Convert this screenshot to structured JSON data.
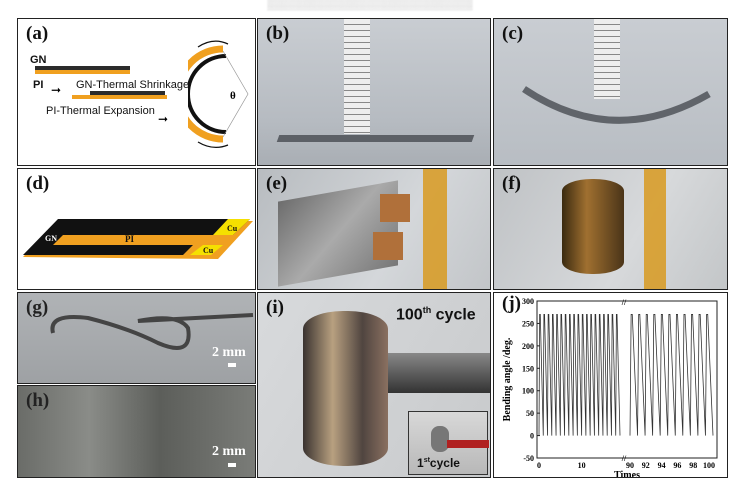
{
  "panels": {
    "a": {
      "label": "(a)",
      "gn": "GN",
      "pi": "PI",
      "shrink": "GN-Thermal Shrinkage",
      "expand": "PI-Thermal Expansion",
      "theta": "θ"
    },
    "b": {
      "label": "(b)"
    },
    "c": {
      "label": "(c)"
    },
    "d": {
      "label": "(d)",
      "gn": "GN",
      "pi": "PI",
      "cu1": "Cu",
      "cu2": "Cu"
    },
    "e": {
      "label": "(e)"
    },
    "f": {
      "label": "(f)"
    },
    "g": {
      "label": "(g)",
      "scale": "2 mm"
    },
    "h": {
      "label": "(h)",
      "scale": "2 mm"
    },
    "i": {
      "label": "(i)",
      "cycle_main": "100",
      "cycle_main_sup": "th",
      "cycle_main_suffix": " cycle",
      "cycle_inset": "1",
      "cycle_inset_sup": "st",
      "cycle_inset_suffix": "cycle"
    },
    "j": {
      "label": "(j)"
    }
  },
  "colors": {
    "gn": "#2b2b2b",
    "pi": "#f0a020",
    "cu": "#f5e000"
  },
  "chart_data": {
    "type": "line",
    "xlabel": "Times",
    "ylabel": "Bending angle /deg.",
    "ylim": [
      -50,
      300
    ],
    "yticks": [
      -50,
      0,
      50,
      100,
      150,
      200,
      250,
      300
    ],
    "xticks_left": [
      "0",
      "10"
    ],
    "xticks_right": [
      "90",
      "92",
      "94",
      "96",
      "98",
      "100"
    ],
    "segments": [
      {
        "xrange": [
          0,
          19
        ],
        "peak": 270,
        "valley": 0,
        "cycles": 19
      },
      {
        "xrange": [
          90,
          100.5
        ],
        "peak": 270,
        "valley": 0,
        "cycles": 11
      }
    ],
    "break_mark": "//"
  }
}
